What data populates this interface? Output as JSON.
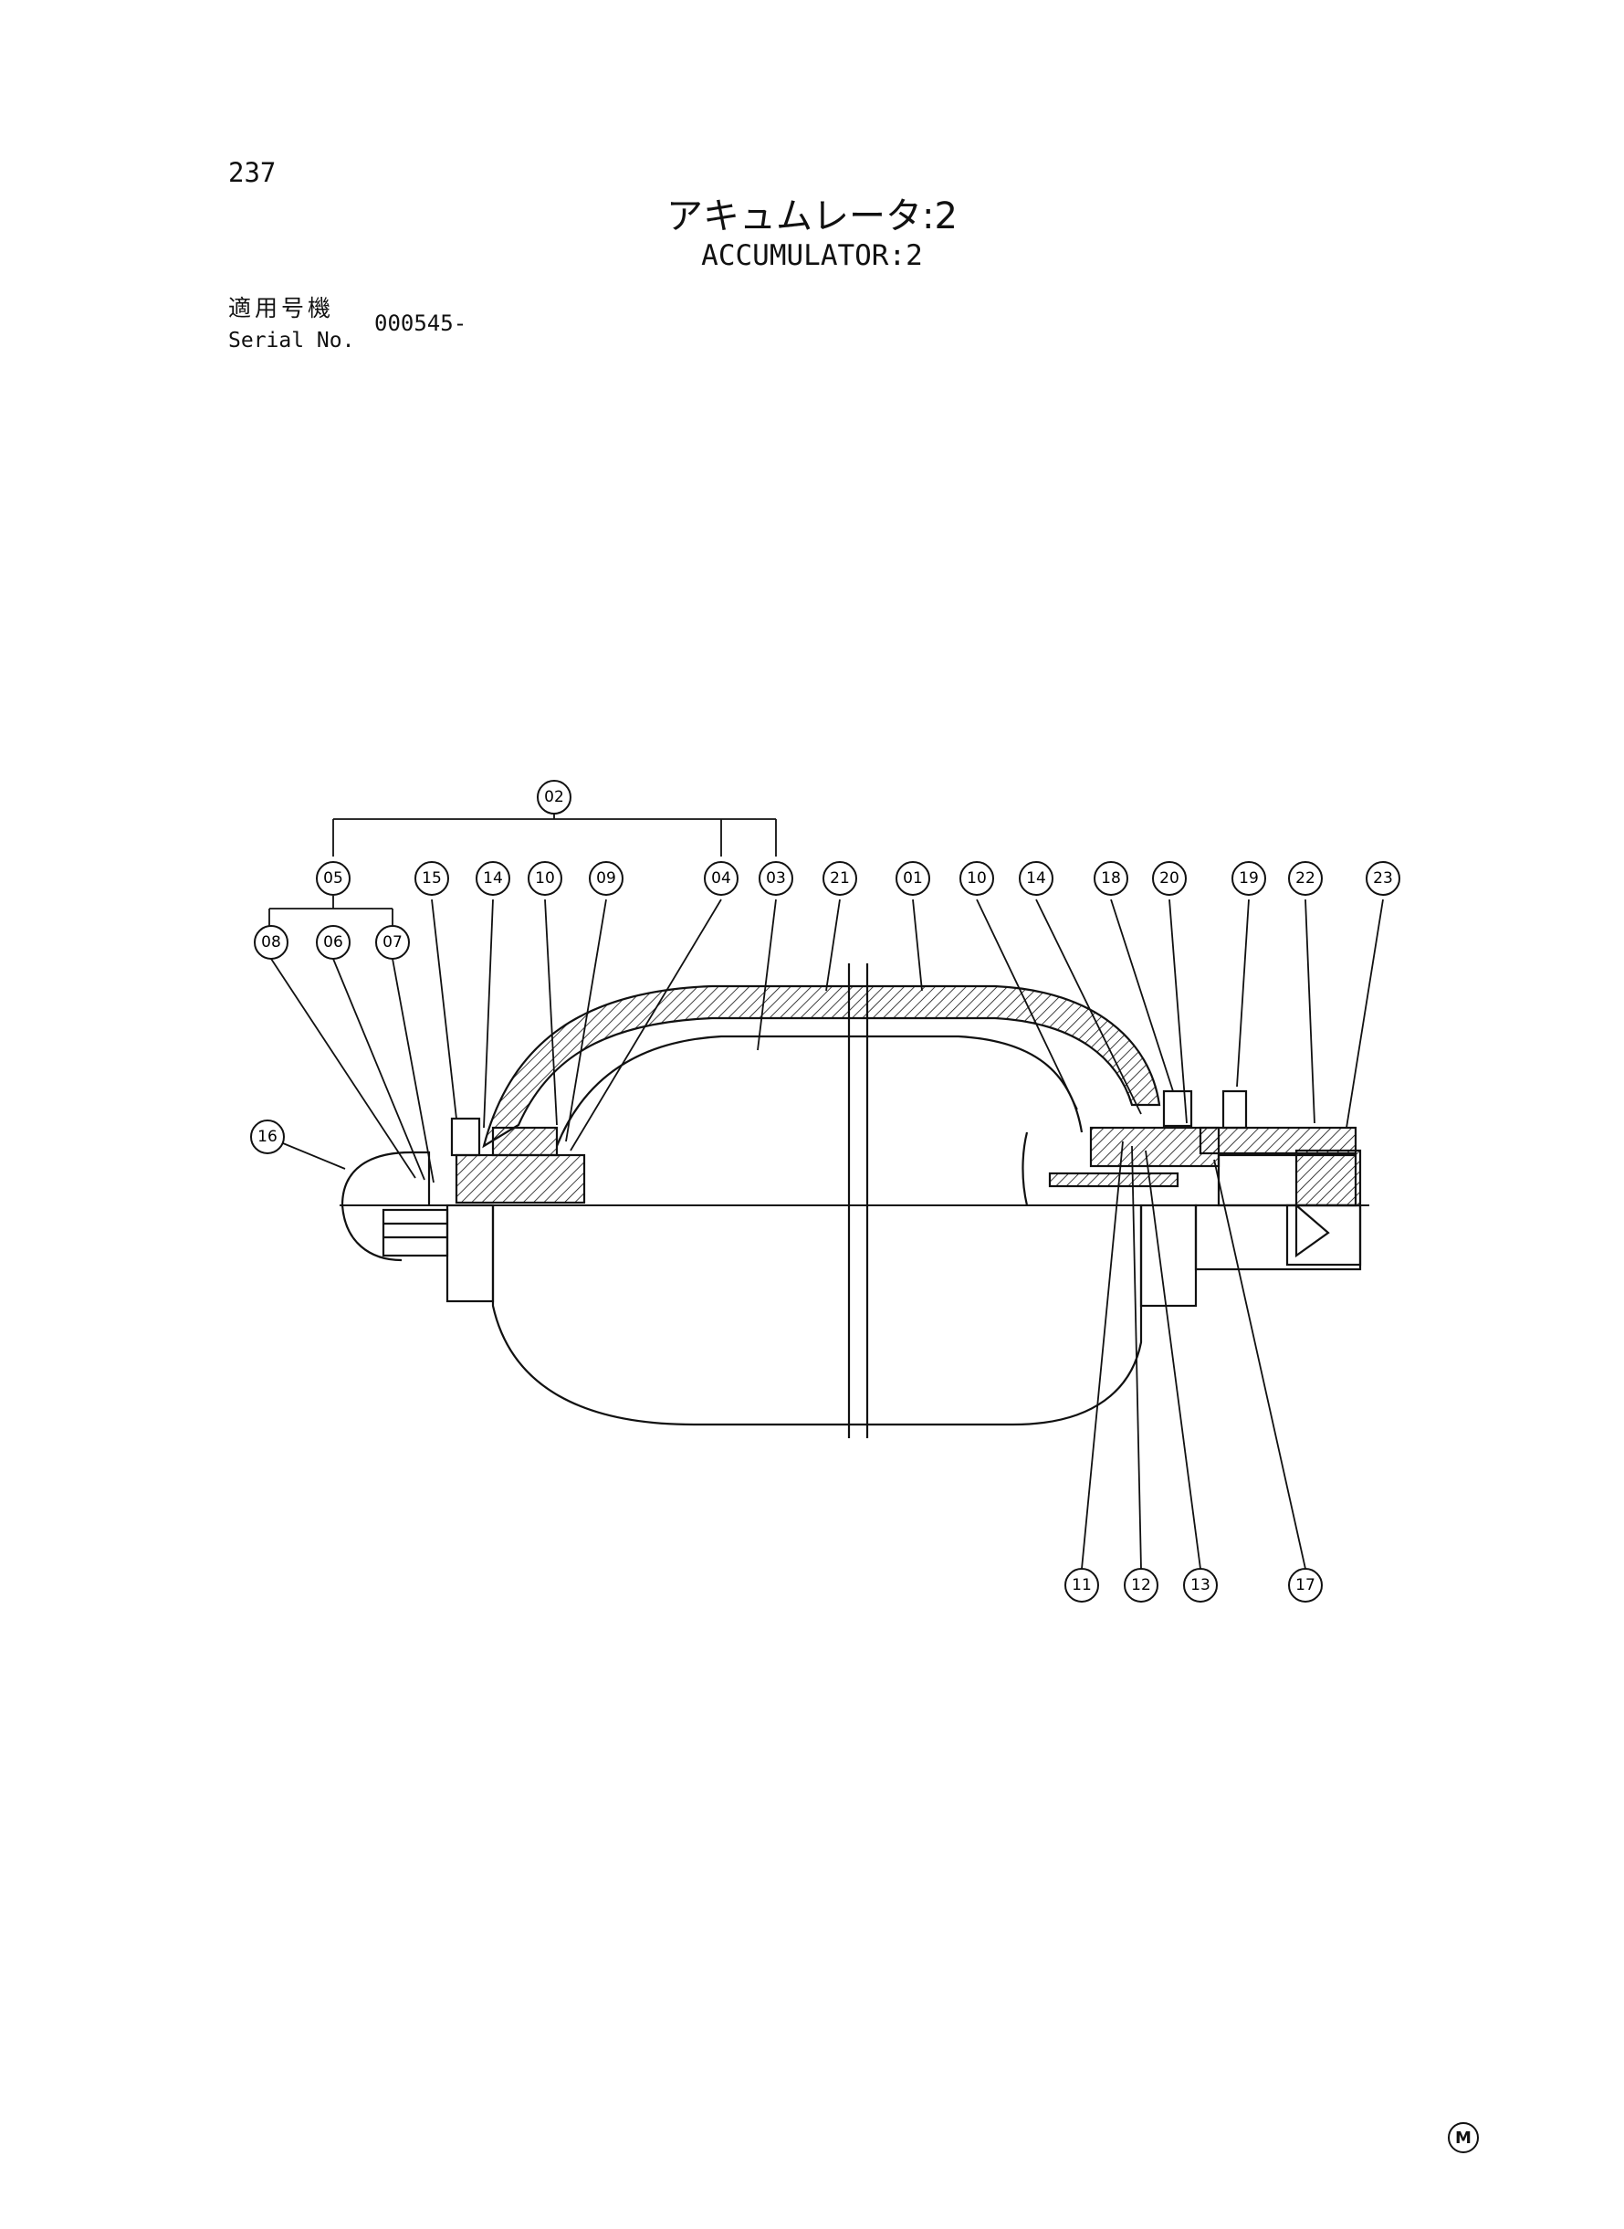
{
  "page": {
    "number": "237",
    "title_jp": "アキュムレータ:2",
    "title_en": "ACCUMULATOR:2",
    "serial_label_jp": "適用号機",
    "serial_label_en": "Serial No.",
    "serial_value": "000545-",
    "corner_mark": "M"
  },
  "callouts": {
    "c02": "02",
    "c05": "05",
    "c15": "15",
    "c14a": "14",
    "c10a": "10",
    "c09": "09",
    "c04": "04",
    "c03": "03",
    "c21": "21",
    "c01": "01",
    "c10b": "10",
    "c14b": "14",
    "c18": "18",
    "c20": "20",
    "c19": "19",
    "c22": "22",
    "c23": "23",
    "c08": "08",
    "c06": "06",
    "c07": "07",
    "c16": "16",
    "c11": "11",
    "c12": "12",
    "c13": "13",
    "c17": "17"
  }
}
